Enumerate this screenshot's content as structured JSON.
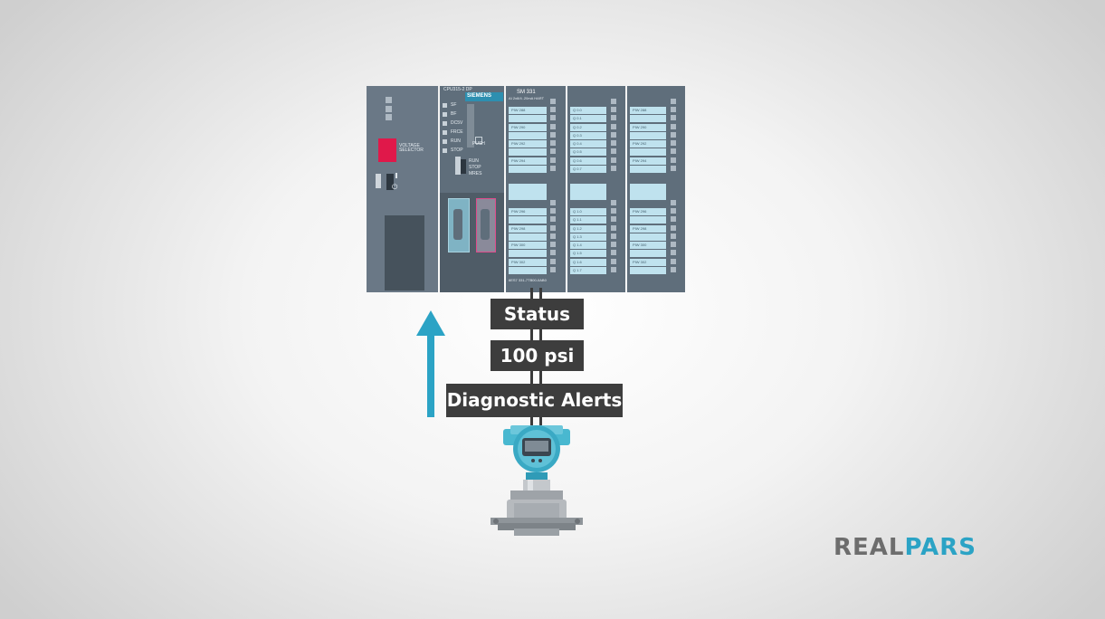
{
  "plc": {
    "power_module": {
      "selector_label": "VOLTAGE SELECTOR"
    },
    "cpu": {
      "model": "CPU315-2 DP",
      "brand": "SIEMENS",
      "leds": [
        "SF",
        "BF",
        "DC5V",
        "FRCE",
        "RUN",
        "STOP"
      ],
      "push_label": "PUSH",
      "mode_labels": [
        "RUN",
        "STOP",
        "MRES"
      ]
    },
    "sm331": {
      "title": "SM 331",
      "subtitle": "AI 2x8/4..20mA HART",
      "top_channels": [
        "PIW 288",
        "PIW 290",
        "PIW 292",
        "PIW 294"
      ],
      "bottom_channels": [
        "PIW 296",
        "PIW 298",
        "PIW 300",
        "PIW 302"
      ],
      "order_number": "6ES7 331-7TB00-0AB0"
    },
    "output_module": {
      "top_channels": [
        "Q 0.0",
        "Q 0.1",
        "Q 0.2",
        "Q 0.3",
        "Q 0.4",
        "Q 0.5",
        "Q 0.6",
        "Q 0.7"
      ],
      "bottom_channels": [
        "Q 1.0",
        "Q 1.1",
        "Q 1.2",
        "Q 1.3",
        "Q 1.4",
        "Q 1.5",
        "Q 1.6",
        "Q 1.7"
      ]
    },
    "analog_output_module": {
      "top_channels": [
        "PIW 288",
        "PIW 290",
        "PIW 292",
        "PIW 294"
      ],
      "bottom_channels": [
        "PIW 296",
        "PIW 298",
        "PIW 300",
        "PIW 302"
      ]
    }
  },
  "signals": {
    "status": "Status",
    "value": "100 psi",
    "alerts": "Diagnostic Alerts"
  },
  "colors": {
    "accent": "#2ba3c5",
    "label_bg": "#3d3d3d",
    "module": "#5f6e7b",
    "slot": "#bfe2ee"
  },
  "logo": {
    "text": "REALPARS",
    "part1": "REAL",
    "part2": "PARS"
  }
}
